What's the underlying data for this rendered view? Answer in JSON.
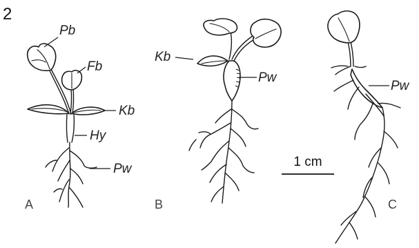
{
  "figure": {
    "number": "2",
    "panels": [
      {
        "id": "A",
        "label": "A",
        "parts": [
          "Pb",
          "Fb",
          "Kb",
          "Hy",
          "Pw"
        ]
      },
      {
        "id": "B",
        "label": "B",
        "parts": [
          "Kb",
          "Pw"
        ]
      },
      {
        "id": "C",
        "label": "C",
        "parts": [
          "Pw"
        ]
      }
    ],
    "scale_bar": {
      "label": "1 cm"
    }
  }
}
